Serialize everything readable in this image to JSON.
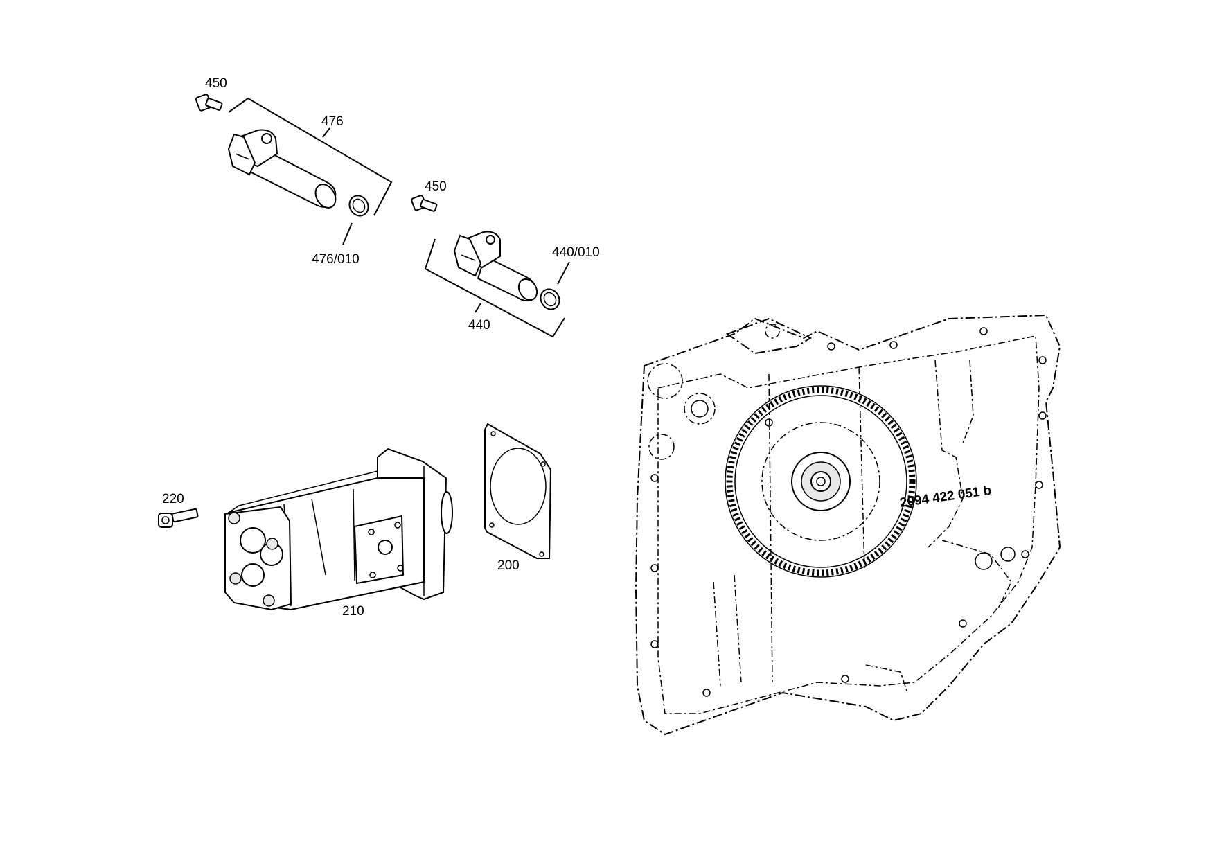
{
  "callouts": {
    "c450_top": "450",
    "c476": "476",
    "c476_010": "476/010",
    "c450_mid": "450",
    "c440_010": "440/010",
    "c440": "440",
    "c220": "220",
    "c210": "210",
    "c200": "200"
  },
  "document_number": "2094  422  051 b"
}
